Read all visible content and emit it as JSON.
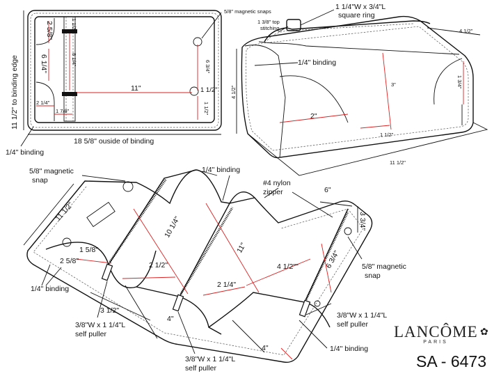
{
  "top_left": {
    "magnetic_snaps": "5/8\" magnetic snaps",
    "dim_2_5_8": "2 5/8\"",
    "dim_1_1_2_strap": "1 1/2\"",
    "dim_6_1_4": "6 1/4\"",
    "dim_8_1_4": "8 1/4\"",
    "dim_6_3_4": "6 3/4\"",
    "dim_11": "11\"",
    "dim_1_1_2_right": "1 1/2\"",
    "dim_1_1_2_bottom": "1 1/2\"",
    "dim_2_1_4": "2 1/4\"",
    "dim_1_7_8": "1 7/8\"",
    "binding_height": "11 1/2\" to binding edge",
    "binding_width": "18 5/8\" ouside of binding",
    "binding": "1/4\" binding"
  },
  "top_right": {
    "square_ring_1": "1 1/4\"W x 3/4\"L",
    "square_ring_2": "square ring",
    "top_stitch_1": "1 3/8\" top",
    "top_stitch_2": "stitching",
    "binding": "1/4\" binding",
    "dim_4_1_2_top": "4 1/2\"",
    "dim_4_1_2_side": "4 1/2\"",
    "dim_3": "3\"",
    "dim_1_3_4": "1 3/4\"",
    "dim_2": "2\"",
    "dim_1_1_2": "1 1/2\"",
    "dim_11_1_2": "11 1/2\""
  },
  "bottom": {
    "snap_left_1": "5/8\" magnetic",
    "snap_left_2": "snap",
    "binding_top": "1/4\" binding",
    "zipper_1": "#4 nylon",
    "zipper_2": "zipper",
    "dim_6": "6\"",
    "dim_3_3_4": "3 3/4\"",
    "dim_11_1_2": "11 1/2\"",
    "dim_10_1_4": "10 1/4\"",
    "dim_11": "11\"",
    "dim_1_5_8": "1 5/8\"",
    "dim_2_5_8": "2 5/8\"",
    "dim_2_1_2": "2 1/2\"",
    "dim_2_1_4": "2 1/4\"",
    "dim_4_1_2": "4 1/2\"\"",
    "dim_6_3_4": "6 3/4\"",
    "snap_right_1": "5/8\" magnetic",
    "snap_right_2": "snap",
    "binding_left": "1/4\" binding",
    "dim_3_1_2": "3 1/2\"",
    "dim_4_left": "4\"",
    "dim_4_right": "4\"",
    "puller_left_1": "3/8\"W x 1 1/4\"L",
    "puller_left_2": "self puller",
    "puller_mid_1": "3/8\"W x 1 1/4\"L",
    "puller_mid_2": "self puller",
    "puller_right_1": "3/8\"W x 1 1/4\"L",
    "puller_right_2": "self puller",
    "binding_bottom": "1/4\" binding"
  },
  "brand": {
    "name": "LANCÔME",
    "sub": "PARIS",
    "code": "SA - 6473"
  },
  "icons": [
    "rose-icon",
    "magnetic-snap-icon",
    "zipper-pull-icon",
    "square-ring-icon"
  ]
}
